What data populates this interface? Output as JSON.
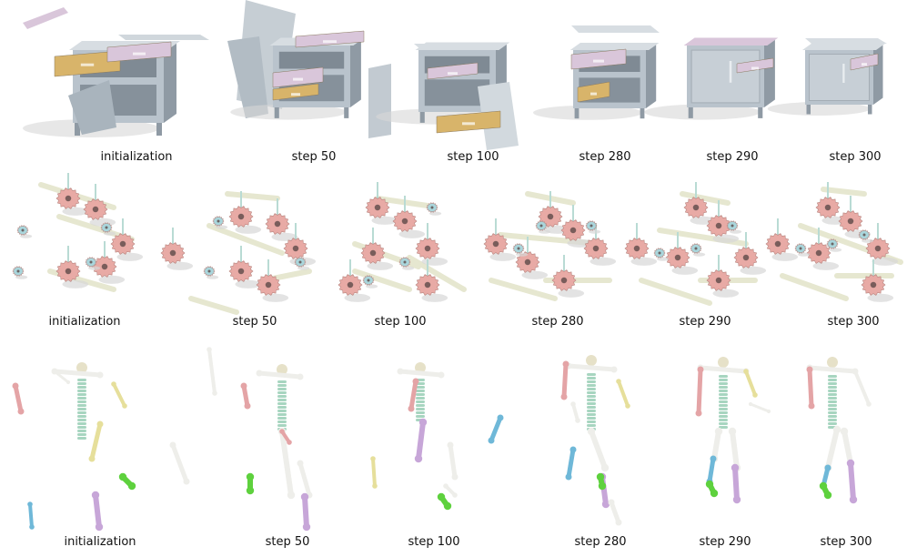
{
  "rows": [
    {
      "id": "nightstand",
      "captions": [
        "initialization",
        "step 50",
        "step 100",
        "step 280",
        "step 290",
        "step 300"
      ]
    },
    {
      "id": "gears",
      "captions": [
        "initialization",
        "step 50",
        "step 100",
        "step 280",
        "step 290",
        "step 300"
      ]
    },
    {
      "id": "skeleton",
      "captions": [
        "initialization",
        "step 50",
        "step 100",
        "step 280",
        "step 290",
        "step 300"
      ]
    }
  ],
  "colors": {
    "cabinet": "#b9c3cc",
    "cabinet_dark": "#8f9aa4",
    "drawer_pink": "#d9c6da",
    "drawer_wood": "#d8b46a",
    "gear_pink": "#e8aaa5",
    "gear_blue": "#a9d6dc",
    "rod": "#e6e7d0",
    "bone_green": "#a7d5c0",
    "bone_red": "#e4a4a6",
    "bone_yellow": "#e6df9b",
    "bone_purple": "#c7a6d8",
    "bone_blue": "#6fb8d8",
    "bone_lime": "#5ed13e",
    "bone_white": "#eeeeea",
    "shadow": "#d7d7d7"
  }
}
